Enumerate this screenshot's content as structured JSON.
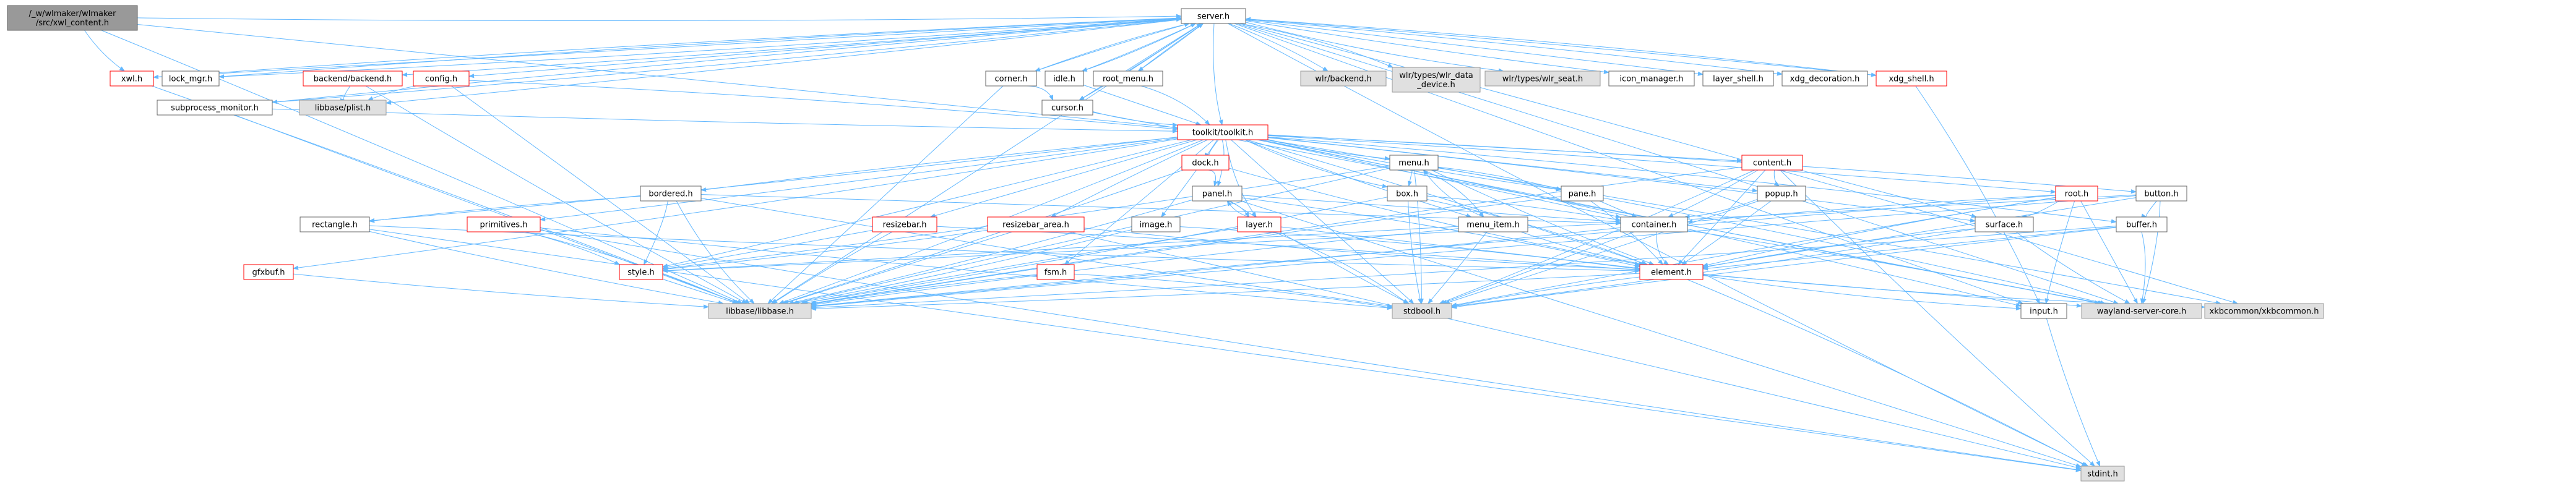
{
  "colors": {
    "edge": "#63b8ff",
    "root_fill": "#999999",
    "normal_fill": "#ffffff",
    "external_fill": "#e0e0e0",
    "normal_border": "#666666",
    "red_border": "#ff0000"
  },
  "nodes": [
    {
      "id": "root",
      "lines": [
        "/_w/wlmaker/wlmaker",
        "/src/xwl_content.h"
      ],
      "style": "root"
    },
    {
      "id": "server",
      "lines": [
        "server.h"
      ],
      "style": "normal"
    },
    {
      "id": "xwl",
      "lines": [
        "xwl.h"
      ],
      "style": "red"
    },
    {
      "id": "lock_mgr",
      "lines": [
        "lock_mgr.h"
      ],
      "style": "normal"
    },
    {
      "id": "backend",
      "lines": [
        "backend/backend.h"
      ],
      "style": "red"
    },
    {
      "id": "config",
      "lines": [
        "config.h"
      ],
      "style": "red"
    },
    {
      "id": "subprocess",
      "lines": [
        "subprocess_monitor.h"
      ],
      "style": "normal"
    },
    {
      "id": "plist",
      "lines": [
        "libbase/plist.h"
      ],
      "style": "external"
    },
    {
      "id": "corner",
      "lines": [
        "corner.h"
      ],
      "style": "normal"
    },
    {
      "id": "idle",
      "lines": [
        "idle.h"
      ],
      "style": "normal"
    },
    {
      "id": "root_menu",
      "lines": [
        "root_menu.h"
      ],
      "style": "normal"
    },
    {
      "id": "cursor",
      "lines": [
        "cursor.h"
      ],
      "style": "normal"
    },
    {
      "id": "wlr_backend",
      "lines": [
        "wlr/backend.h"
      ],
      "style": "external"
    },
    {
      "id": "wlr_data",
      "lines": [
        "wlr/types/wlr_data",
        "_device.h"
      ],
      "style": "external"
    },
    {
      "id": "wlr_seat",
      "lines": [
        "wlr/types/wlr_seat.h"
      ],
      "style": "external"
    },
    {
      "id": "icon_manager",
      "lines": [
        "icon_manager.h"
      ],
      "style": "normal"
    },
    {
      "id": "layer_shell",
      "lines": [
        "layer_shell.h"
      ],
      "style": "normal"
    },
    {
      "id": "xdg_decoration",
      "lines": [
        "xdg_decoration.h"
      ],
      "style": "normal"
    },
    {
      "id": "xdg_shell",
      "lines": [
        "xdg_shell.h"
      ],
      "style": "red"
    },
    {
      "id": "toolkit",
      "lines": [
        "toolkit/toolkit.h"
      ],
      "style": "red"
    },
    {
      "id": "dock",
      "lines": [
        "dock.h"
      ],
      "style": "red"
    },
    {
      "id": "menu",
      "lines": [
        "menu.h"
      ],
      "style": "normal"
    },
    {
      "id": "content",
      "lines": [
        "content.h"
      ],
      "style": "red"
    },
    {
      "id": "bordered",
      "lines": [
        "bordered.h"
      ],
      "style": "normal"
    },
    {
      "id": "panel",
      "lines": [
        "panel.h"
      ],
      "style": "normal"
    },
    {
      "id": "box",
      "lines": [
        "box.h"
      ],
      "style": "normal"
    },
    {
      "id": "pane",
      "lines": [
        "pane.h"
      ],
      "style": "normal"
    },
    {
      "id": "popup",
      "lines": [
        "popup.h"
      ],
      "style": "normal"
    },
    {
      "id": "root_tk",
      "lines": [
        "root.h"
      ],
      "style": "red"
    },
    {
      "id": "button",
      "lines": [
        "button.h"
      ],
      "style": "normal"
    },
    {
      "id": "rectangle",
      "lines": [
        "rectangle.h"
      ],
      "style": "normal"
    },
    {
      "id": "primitives",
      "lines": [
        "primitives.h"
      ],
      "style": "red"
    },
    {
      "id": "resizebar",
      "lines": [
        "resizebar.h"
      ],
      "style": "red"
    },
    {
      "id": "resizebar_area",
      "lines": [
        "resizebar_area.h"
      ],
      "style": "red"
    },
    {
      "id": "image",
      "lines": [
        "image.h"
      ],
      "style": "normal"
    },
    {
      "id": "layer",
      "lines": [
        "layer.h"
      ],
      "style": "red"
    },
    {
      "id": "menu_item",
      "lines": [
        "menu_item.h"
      ],
      "style": "normal"
    },
    {
      "id": "container",
      "lines": [
        "container.h"
      ],
      "style": "normal"
    },
    {
      "id": "surface",
      "lines": [
        "surface.h"
      ],
      "style": "normal"
    },
    {
      "id": "buffer",
      "lines": [
        "buffer.h"
      ],
      "style": "normal"
    },
    {
      "id": "gfxbuf",
      "lines": [
        "gfxbuf.h"
      ],
      "style": "red"
    },
    {
      "id": "style",
      "lines": [
        "style.h"
      ],
      "style": "red"
    },
    {
      "id": "fsm",
      "lines": [
        "fsm.h"
      ],
      "style": "red"
    },
    {
      "id": "element",
      "lines": [
        "element.h"
      ],
      "style": "red"
    },
    {
      "id": "libbase",
      "lines": [
        "libbase/libbase.h"
      ],
      "style": "external"
    },
    {
      "id": "stdbool",
      "lines": [
        "stdbool.h"
      ],
      "style": "external"
    },
    {
      "id": "input",
      "lines": [
        "input.h"
      ],
      "style": "normal"
    },
    {
      "id": "wayland",
      "lines": [
        "wayland-server-core.h"
      ],
      "style": "external"
    },
    {
      "id": "xkb",
      "lines": [
        "xkbcommon/xkbcommon.h"
      ],
      "style": "external"
    },
    {
      "id": "stdint",
      "lines": [
        "stdint.h"
      ],
      "style": "external"
    }
  ],
  "edges": [
    [
      "root",
      "server"
    ],
    [
      "root",
      "xwl"
    ],
    [
      "root",
      "toolkit"
    ],
    [
      "root",
      "libbase"
    ],
    [
      "server",
      "xwl"
    ],
    [
      "server",
      "lock_mgr"
    ],
    [
      "server",
      "backend"
    ],
    [
      "server",
      "config"
    ],
    [
      "server",
      "subprocess"
    ],
    [
      "server",
      "corner"
    ],
    [
      "server",
      "idle"
    ],
    [
      "server",
      "root_menu"
    ],
    [
      "server",
      "cursor"
    ],
    [
      "server",
      "wlr_backend"
    ],
    [
      "server",
      "wlr_data"
    ],
    [
      "server",
      "wlr_seat"
    ],
    [
      "server",
      "icon_manager"
    ],
    [
      "server",
      "layer_shell"
    ],
    [
      "server",
      "xdg_decoration"
    ],
    [
      "server",
      "xdg_shell"
    ],
    [
      "server",
      "toolkit"
    ],
    [
      "server",
      "libbase"
    ],
    [
      "server",
      "input"
    ],
    [
      "server",
      "wayland"
    ],
    [
      "server",
      "xkb"
    ],
    [
      "server",
      "stdint"
    ],
    [
      "server",
      "plist"
    ],
    [
      "xwl",
      "server"
    ],
    [
      "xwl",
      "libbase"
    ],
    [
      "lock_mgr",
      "server"
    ],
    [
      "backend",
      "plist"
    ],
    [
      "backend",
      "libbase"
    ],
    [
      "config",
      "libbase"
    ],
    [
      "config",
      "plist"
    ],
    [
      "config",
      "toolkit"
    ],
    [
      "subprocess",
      "server"
    ],
    [
      "subprocess",
      "toolkit"
    ],
    [
      "subprocess",
      "libbase"
    ],
    [
      "corner",
      "server"
    ],
    [
      "corner",
      "cursor"
    ],
    [
      "corner",
      "libbase"
    ],
    [
      "idle",
      "server"
    ],
    [
      "idle",
      "toolkit"
    ],
    [
      "root_menu",
      "server"
    ],
    [
      "root_menu",
      "toolkit"
    ],
    [
      "cursor",
      "server"
    ],
    [
      "cursor",
      "toolkit"
    ],
    [
      "cursor",
      "wayland"
    ],
    [
      "xdg_shell",
      "server"
    ],
    [
      "xdg_shell",
      "input"
    ],
    [
      "toolkit",
      "dock"
    ],
    [
      "toolkit",
      "menu"
    ],
    [
      "toolkit",
      "content"
    ],
    [
      "toolkit",
      "bordered"
    ],
    [
      "toolkit",
      "panel"
    ],
    [
      "toolkit",
      "box"
    ],
    [
      "toolkit",
      "pane"
    ],
    [
      "toolkit",
      "popup"
    ],
    [
      "toolkit",
      "root_tk"
    ],
    [
      "toolkit",
      "button"
    ],
    [
      "toolkit",
      "rectangle"
    ],
    [
      "toolkit",
      "primitives"
    ],
    [
      "toolkit",
      "resizebar"
    ],
    [
      "toolkit",
      "resizebar_area"
    ],
    [
      "toolkit",
      "image"
    ],
    [
      "toolkit",
      "layer"
    ],
    [
      "toolkit",
      "menu_item"
    ],
    [
      "toolkit",
      "container"
    ],
    [
      "toolkit",
      "surface"
    ],
    [
      "toolkit",
      "buffer"
    ],
    [
      "toolkit",
      "gfxbuf"
    ],
    [
      "toolkit",
      "style"
    ],
    [
      "toolkit",
      "fsm"
    ],
    [
      "toolkit",
      "element"
    ],
    [
      "toolkit",
      "input"
    ],
    [
      "toolkit",
      "libbase"
    ],
    [
      "toolkit",
      "wayland"
    ],
    [
      "toolkit",
      "stdbool"
    ],
    [
      "toolkit",
      "xkb"
    ],
    [
      "dock",
      "panel"
    ],
    [
      "dock",
      "element"
    ],
    [
      "dock",
      "libbase"
    ],
    [
      "menu",
      "box"
    ],
    [
      "menu",
      "pane"
    ],
    [
      "menu",
      "menu_item"
    ],
    [
      "menu",
      "style"
    ],
    [
      "menu",
      "element"
    ],
    [
      "menu",
      "libbase"
    ],
    [
      "menu",
      "stdbool"
    ],
    [
      "menu",
      "wayland"
    ],
    [
      "content",
      "container"
    ],
    [
      "content",
      "popup"
    ],
    [
      "content",
      "surface"
    ],
    [
      "content",
      "element"
    ],
    [
      "content",
      "libbase"
    ],
    [
      "content",
      "stdbool"
    ],
    [
      "content",
      "stdint"
    ],
    [
      "bordered",
      "container"
    ],
    [
      "bordered",
      "rectangle"
    ],
    [
      "bordered",
      "style"
    ],
    [
      "bordered",
      "libbase"
    ],
    [
      "bordered",
      "stdbool"
    ],
    [
      "panel",
      "container"
    ],
    [
      "panel",
      "layer"
    ],
    [
      "panel",
      "element"
    ],
    [
      "panel",
      "libbase"
    ],
    [
      "panel",
      "stdbool"
    ],
    [
      "panel",
      "stdint"
    ],
    [
      "box",
      "container"
    ],
    [
      "box",
      "element"
    ],
    [
      "box",
      "libbase"
    ],
    [
      "box",
      "stdbool"
    ],
    [
      "pane",
      "container"
    ],
    [
      "pane",
      "element"
    ],
    [
      "pane",
      "libbase"
    ],
    [
      "popup",
      "container"
    ],
    [
      "popup",
      "element"
    ],
    [
      "popup",
      "stdbool"
    ],
    [
      "root_tk",
      "container"
    ],
    [
      "root_tk",
      "element"
    ],
    [
      "root_tk",
      "surface"
    ],
    [
      "root_tk",
      "input"
    ],
    [
      "root_tk",
      "wayland"
    ],
    [
      "root_tk",
      "stdbool"
    ],
    [
      "root_tk",
      "libbase"
    ],
    [
      "button",
      "buffer"
    ],
    [
      "button",
      "style"
    ],
    [
      "button",
      "element"
    ],
    [
      "button",
      "libbase"
    ],
    [
      "button",
      "wayland"
    ],
    [
      "rectangle",
      "element"
    ],
    [
      "rectangle",
      "libbase"
    ],
    [
      "rectangle",
      "stdint"
    ],
    [
      "primitives",
      "style"
    ],
    [
      "primitives",
      "libbase"
    ],
    [
      "primitives",
      "stdint"
    ],
    [
      "primitives",
      "stdbool"
    ],
    [
      "resizebar",
      "style"
    ],
    [
      "resizebar",
      "element"
    ],
    [
      "resizebar",
      "libbase"
    ],
    [
      "resizebar_area",
      "element"
    ],
    [
      "resizebar_area",
      "style"
    ],
    [
      "resizebar_area",
      "libbase"
    ],
    [
      "resizebar_area",
      "stdint"
    ],
    [
      "image",
      "element"
    ],
    [
      "image",
      "libbase"
    ],
    [
      "layer",
      "panel"
    ],
    [
      "layer",
      "element"
    ],
    [
      "layer",
      "libbase"
    ],
    [
      "layer",
      "stdbool"
    ],
    [
      "menu_item",
      "menu"
    ],
    [
      "menu_item",
      "element"
    ],
    [
      "menu_item",
      "style"
    ],
    [
      "menu_item",
      "stdbool"
    ],
    [
      "menu_item",
      "libbase"
    ],
    [
      "container",
      "element"
    ],
    [
      "container",
      "libbase"
    ],
    [
      "container",
      "stdbool"
    ],
    [
      "container",
      "wayland"
    ],
    [
      "surface",
      "element"
    ],
    [
      "surface",
      "stdbool"
    ],
    [
      "surface",
      "wayland"
    ],
    [
      "buffer",
      "element"
    ],
    [
      "buffer",
      "stdbool"
    ],
    [
      "buffer",
      "wayland"
    ],
    [
      "buffer",
      "libbase"
    ],
    [
      "gfxbuf",
      "libbase"
    ],
    [
      "style",
      "libbase"
    ],
    [
      "fsm",
      "libbase"
    ],
    [
      "fsm",
      "stdbool"
    ],
    [
      "element",
      "input"
    ],
    [
      "element",
      "libbase"
    ],
    [
      "element",
      "wayland"
    ],
    [
      "element",
      "stdbool"
    ],
    [
      "element",
      "stdint"
    ],
    [
      "element",
      "xkb"
    ],
    [
      "input",
      "stdint"
    ]
  ]
}
